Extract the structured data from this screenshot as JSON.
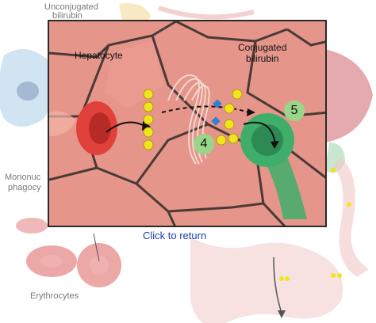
{
  "background": {
    "label_unconjugated": "Unconjugated",
    "label_bilirubin_partial": "bilirubin",
    "label_mononuclear": "Mononuc",
    "label_phagocyte": "phagocy",
    "label_erythrocytes": "Erythrocytes"
  },
  "popup": {
    "hepatocyte_label": "Hepatocyte",
    "conjugated_label_line1": "Conjugated",
    "conjugated_label_line2": "bilirubin",
    "step4": "4",
    "step5": "5"
  },
  "return_link": "Click to return",
  "colors": {
    "cell_fill": "#e8978c",
    "cell_border": "#4a3a36",
    "rbc": "#e0413a",
    "pigment": "#f0e41f",
    "glucuronide": "#2e7fd6",
    "canaliculus": "#3fae6a",
    "step_badge": "#9ad58a",
    "link": "#1a3fb0"
  }
}
